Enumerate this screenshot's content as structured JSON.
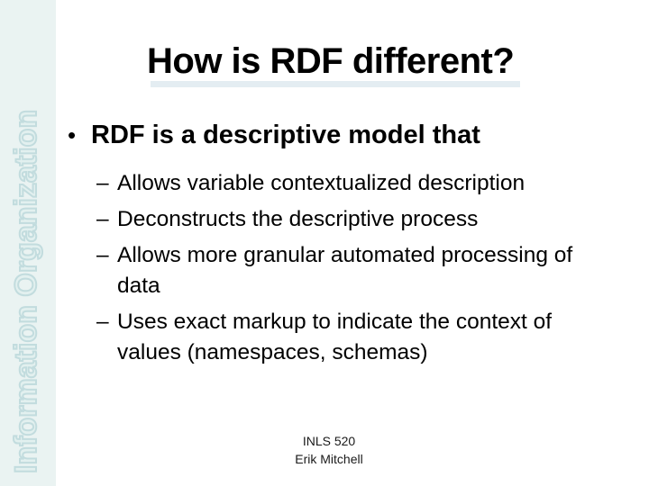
{
  "slide": {
    "sidebar_text": "Information Organization",
    "title": "How is RDF different?",
    "bullet": {
      "marker": "•",
      "text": "RDF is a descriptive model that"
    },
    "sub_bullets": [
      {
        "marker": "–",
        "text": "Allows variable contextualized description"
      },
      {
        "marker": "–",
        "text": "Deconstructs the descriptive process"
      },
      {
        "marker": "–",
        "text": "Allows more granular automated processing of data"
      },
      {
        "marker": "–",
        "text": "Uses exact markup to indicate the context of values (namespaces, schemas)"
      }
    ],
    "footer": {
      "course": "INLS 520",
      "author": "Erik Mitchell"
    },
    "colors": {
      "sidebar_bg": "#eaf3f2",
      "sidebar_text": "#e2f0ef",
      "sidebar_stroke": "#c2dcde",
      "underline": "#e4edf2",
      "text": "#000000"
    }
  }
}
